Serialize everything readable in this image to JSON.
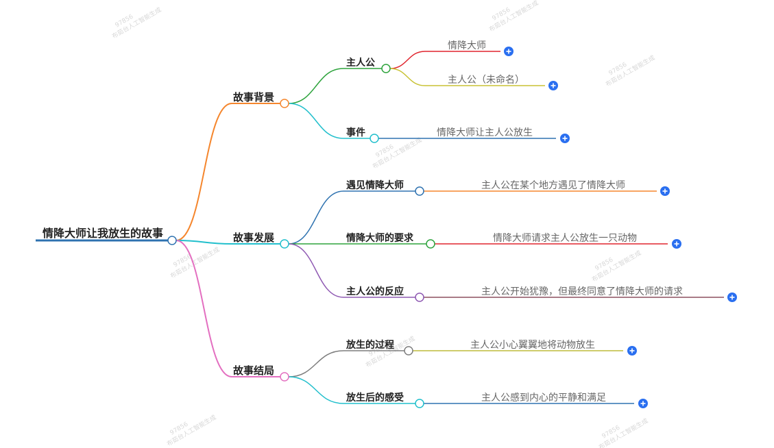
{
  "mindmap": {
    "root": "情降大师让我放生的故事",
    "branches": [
      {
        "label": "故事背景",
        "color": "#f5862d",
        "children": [
          {
            "label": "主人公",
            "color": "#2da33c",
            "leaves": [
              {
                "label": "情降大师",
                "color": "#e0242d"
              },
              {
                "label": "主人公（未命名）",
                "color": "#c8c233"
              }
            ]
          },
          {
            "label": "事件",
            "color": "#21bfcc",
            "leaves": [
              {
                "label": "情降大师让主人公放生",
                "color": "#2e72b0"
              }
            ]
          }
        ]
      },
      {
        "label": "故事发展",
        "color": "#21bfcc",
        "children": [
          {
            "label": "遇见情降大师",
            "color": "#2e72b0",
            "leaves": [
              {
                "label": "主人公在某个地方遇见了情降大师",
                "color": "#f5862d"
              }
            ]
          },
          {
            "label": "情降大师的要求",
            "color": "#2da33c",
            "leaves": [
              {
                "label": "情降大师请求主人公放生一只动物",
                "color": "#e0242d"
              }
            ]
          },
          {
            "label": "主人公的反应",
            "color": "#8e58b2",
            "leaves": [
              {
                "label": "主人公开始犹豫，但最终同意了情降大师的请求",
                "color": "#8c4f5e"
              }
            ]
          }
        ]
      },
      {
        "label": "故事结局",
        "color": "#e36fc0",
        "children": [
          {
            "label": "放生的过程",
            "color": "#7d7d7d",
            "leaves": [
              {
                "label": "主人公小心翼翼地将动物放生",
                "color": "#bdbb3a"
              }
            ]
          },
          {
            "label": "放生后的感受",
            "color": "#21bfcc",
            "leaves": [
              {
                "label": "主人公感到内心的平静和满足",
                "color": "#2e72b0"
              }
            ]
          }
        ]
      }
    ]
  },
  "colors": {
    "root_line": "#2e72b0",
    "expand_button": "#2a6ff0",
    "watermark_text": "#d8d8d8"
  },
  "expand_symbol": "+",
  "watermark": {
    "line1": "97856",
    "line2": "布茹台人工智能生成"
  }
}
